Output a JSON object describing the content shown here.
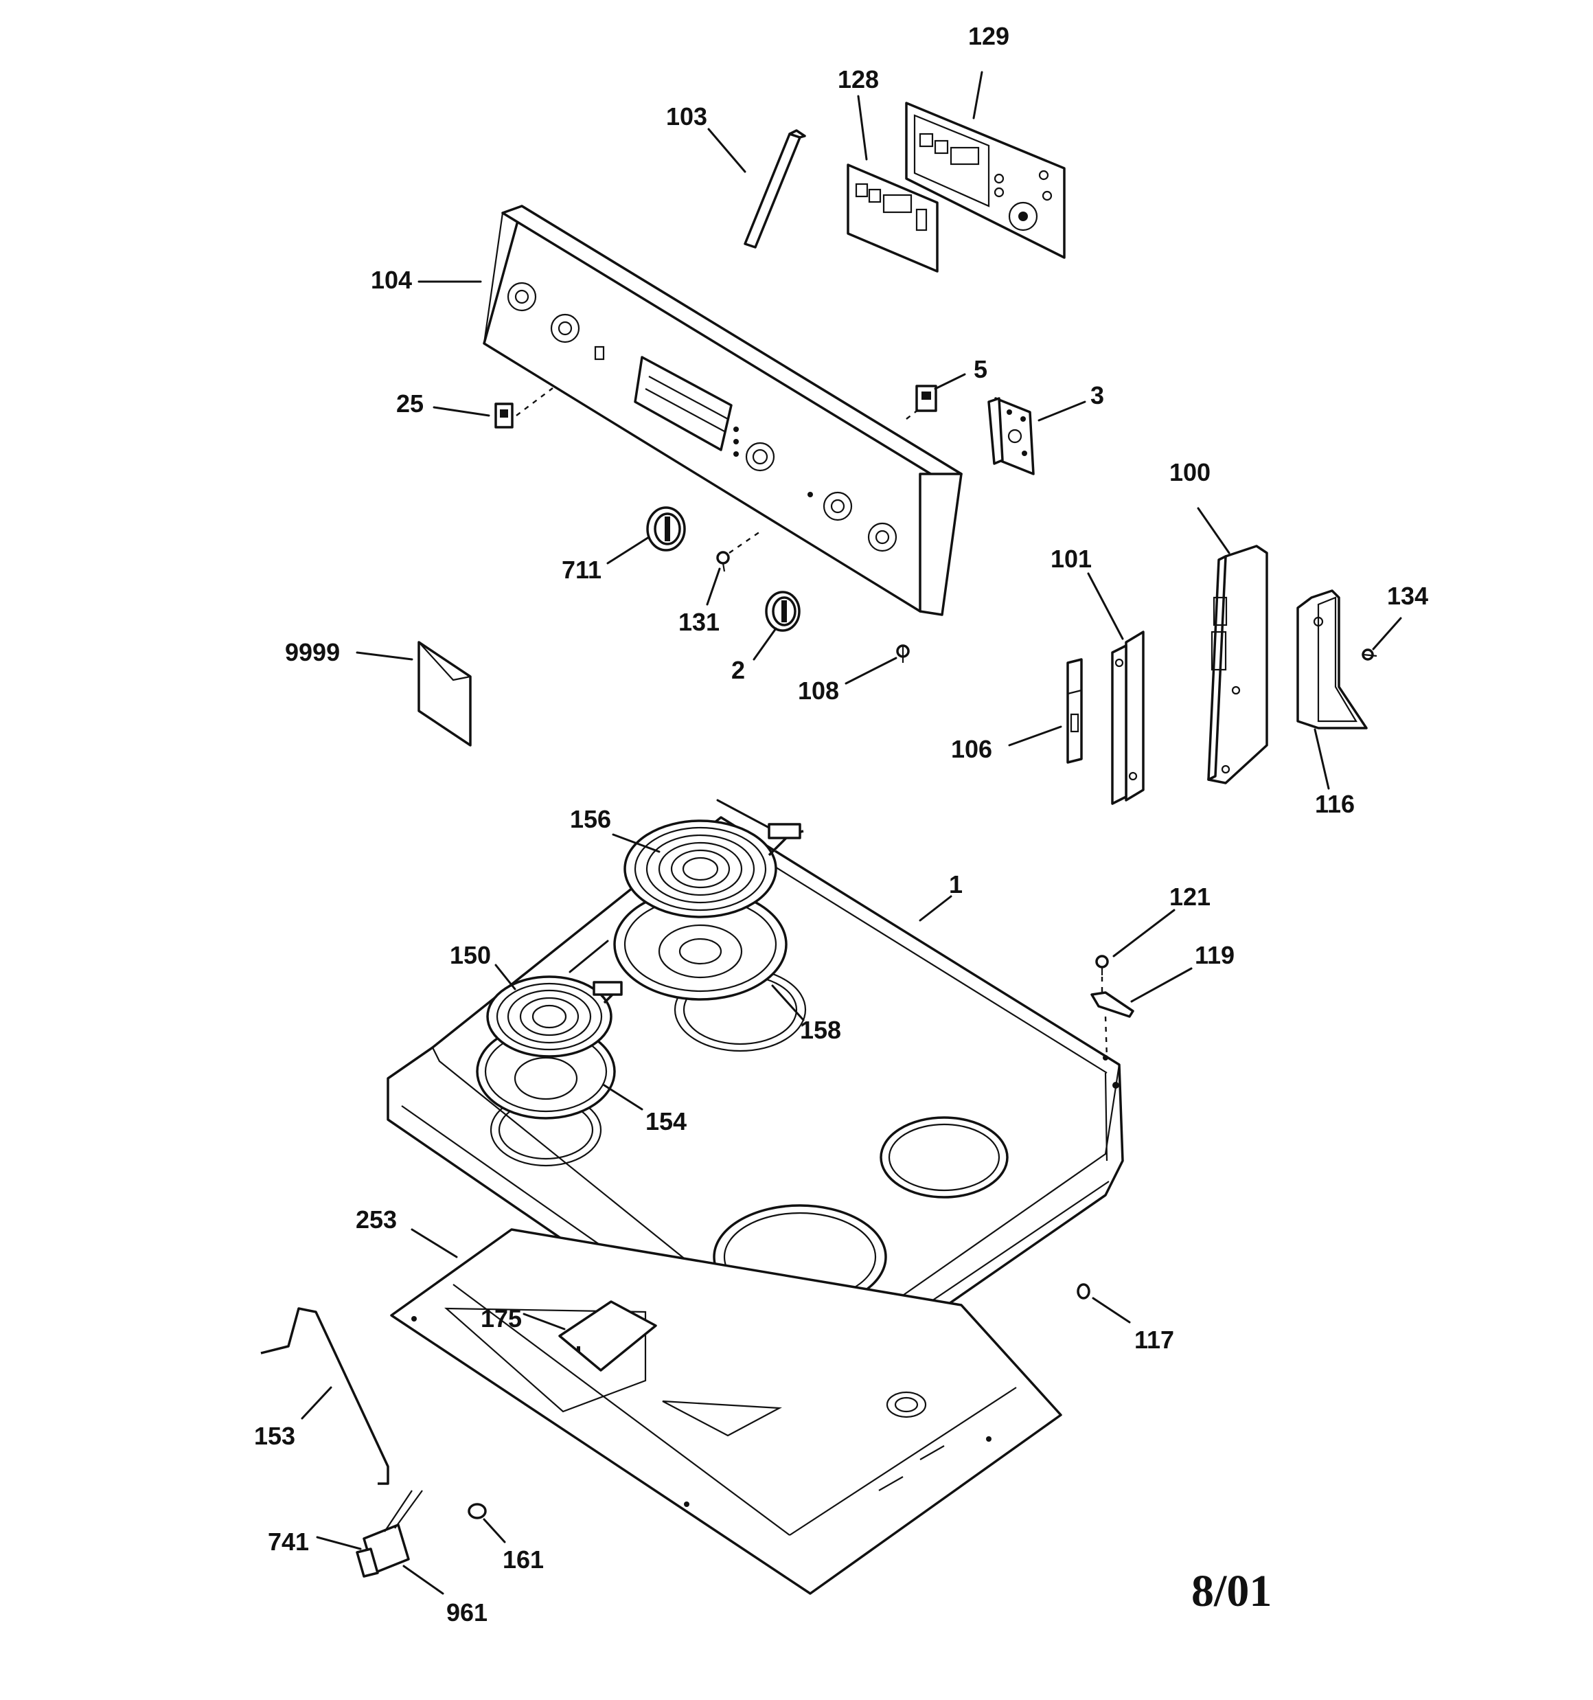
{
  "diagram": {
    "labels": [
      {
        "id": "1",
        "text": "1"
      },
      {
        "id": "2",
        "text": "2"
      },
      {
        "id": "3",
        "text": "3"
      },
      {
        "id": "5",
        "text": "5"
      },
      {
        "id": "25",
        "text": "25"
      },
      {
        "id": "100",
        "text": "100"
      },
      {
        "id": "101",
        "text": "101"
      },
      {
        "id": "103",
        "text": "103"
      },
      {
        "id": "104",
        "text": "104"
      },
      {
        "id": "106",
        "text": "106"
      },
      {
        "id": "108",
        "text": "108"
      },
      {
        "id": "116",
        "text": "116"
      },
      {
        "id": "117",
        "text": "117"
      },
      {
        "id": "119",
        "text": "119"
      },
      {
        "id": "121",
        "text": "121"
      },
      {
        "id": "128",
        "text": "128"
      },
      {
        "id": "129",
        "text": "129"
      },
      {
        "id": "131",
        "text": "131"
      },
      {
        "id": "134",
        "text": "134"
      },
      {
        "id": "150",
        "text": "150"
      },
      {
        "id": "153",
        "text": "153"
      },
      {
        "id": "154",
        "text": "154"
      },
      {
        "id": "156",
        "text": "156"
      },
      {
        "id": "158",
        "text": "158"
      },
      {
        "id": "161",
        "text": "161"
      },
      {
        "id": "175",
        "text": "175"
      },
      {
        "id": "253",
        "text": "253"
      },
      {
        "id": "711",
        "text": "711"
      },
      {
        "id": "741",
        "text": "741"
      },
      {
        "id": "961",
        "text": "961"
      },
      {
        "id": "9999",
        "text": "9999"
      }
    ],
    "date_code": "8/01"
  }
}
